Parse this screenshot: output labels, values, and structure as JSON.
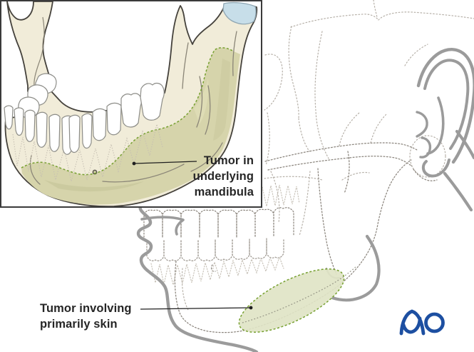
{
  "annotations": {
    "inset_label": {
      "lines": [
        "Tumor in",
        "underlying",
        "mandibula"
      ]
    },
    "skin_label": {
      "lines": [
        "Tumor involving",
        "primarily skin"
      ]
    }
  },
  "logo": {
    "text": "AO",
    "color": "#1d4fa1"
  },
  "colors": {
    "background": "#ffffff",
    "inset_border": "#3b3b3b",
    "label_text": "#262626",
    "bone_cream": "#f1ecd9",
    "bone_shade": "#e0d9ba",
    "tumor_fill_bone": "#d6d4ab",
    "tumor_fill_skin": "#dfe4c6",
    "tumor_dash_green": "#76a030",
    "condyle_cartilage_blue": "#c7dee9",
    "sketch_solid_gray": "#9b9b9b",
    "sketch_dotted_dark": "#8b857d",
    "sketch_dotted_light": "#b6b0a8"
  }
}
